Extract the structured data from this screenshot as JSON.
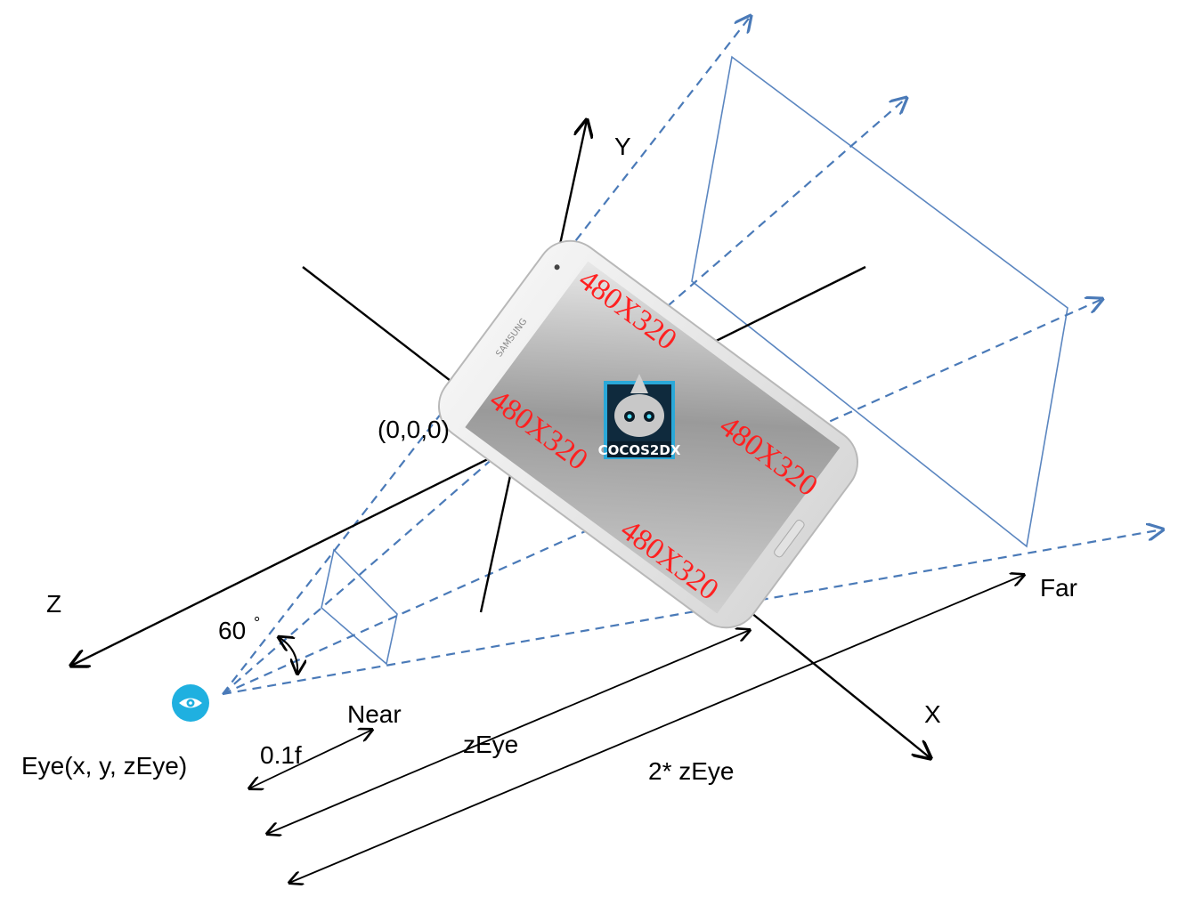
{
  "labels": {
    "axis_y": "Y",
    "axis_z": "Z",
    "axis_x": "X",
    "origin": "(0,0,0)",
    "angle": "60",
    "degree": "°",
    "near": "Near",
    "far": "Far",
    "near_distance": "0.1f",
    "eye_distance": "zEye",
    "far_distance": "2* zEye",
    "eye": "Eye(x, y, zEye)"
  },
  "device": {
    "resolution": "480X320",
    "brand": "SAMSUNG",
    "logo_text": "COCOS2DX"
  },
  "colors": {
    "axis": "#000000",
    "frustum": "#4a7ab8",
    "plane": "#5b86c0",
    "resolution_text": "#ff2020",
    "eye_icon": "#1fb0e0"
  },
  "icons": {
    "eye": "eye-icon"
  }
}
